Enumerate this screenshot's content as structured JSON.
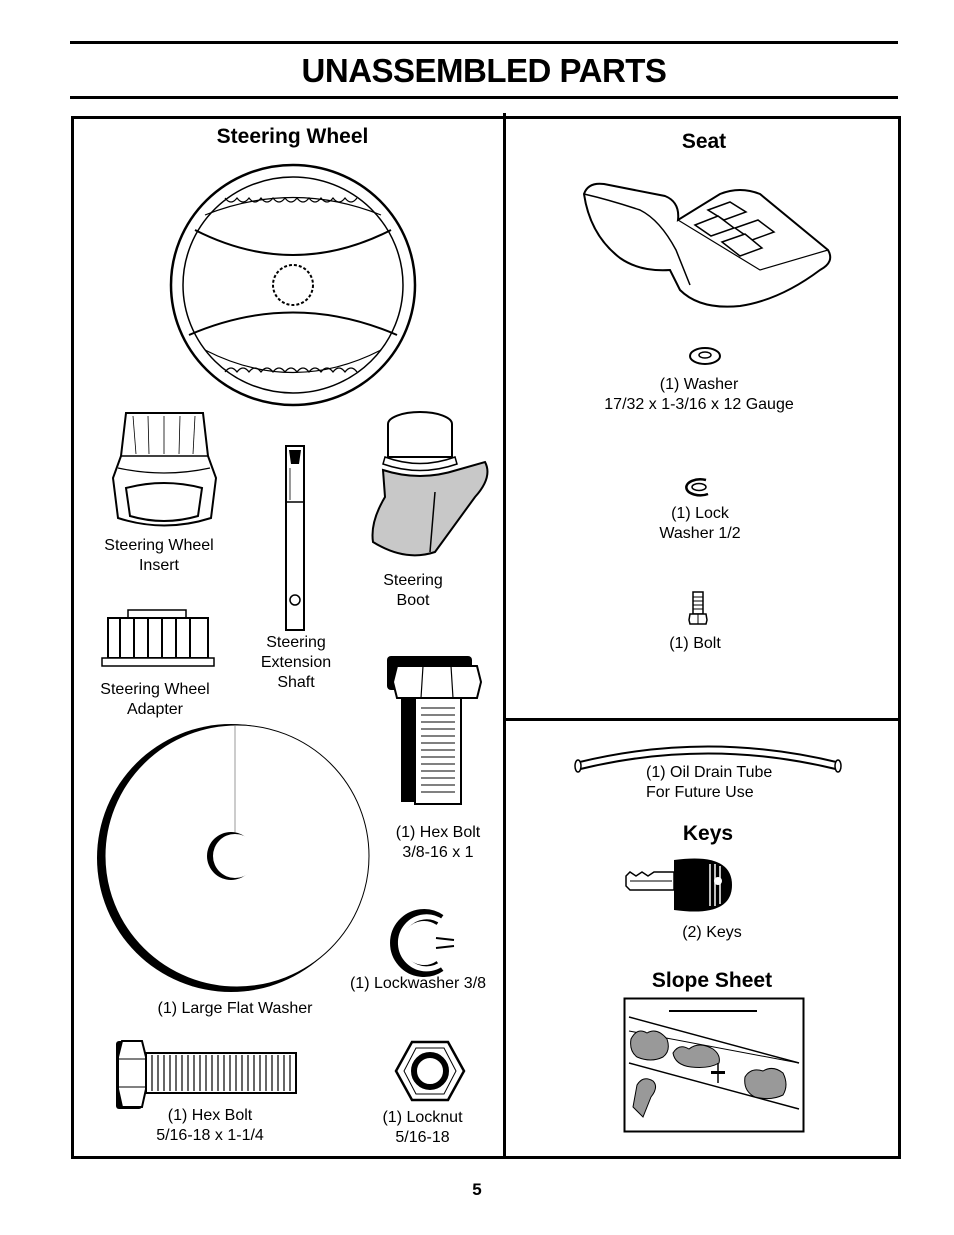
{
  "page": {
    "title": "UNASSEMBLED PARTS",
    "page_number": "5"
  },
  "sections": {
    "steering_wheel": "Steering Wheel",
    "seat": "Seat",
    "keys": "Keys",
    "slope_sheet": "Slope Sheet"
  },
  "parts": {
    "steering_wheel_insert": [
      "Steering Wheel",
      "Insert"
    ],
    "steering_extension_shaft": [
      "Steering",
      "Extension",
      "Shaft"
    ],
    "steering_boot": [
      "Steering",
      "Boot"
    ],
    "steering_wheel_adapter": [
      "Steering Wheel",
      "Adapter"
    ],
    "hex_bolt_38": [
      "(1) Hex Bolt",
      "3/8-16 x 1"
    ],
    "lockwasher_38": "(1) Lockwasher  3/8",
    "large_flat_washer": "(1) Large Flat Washer",
    "hex_bolt_516": [
      "(1) Hex Bolt",
      "5/16-18 x 1-1/4"
    ],
    "locknut_516": [
      "(1) Locknut",
      "5/16-18"
    ],
    "washer": [
      "(1) Washer",
      "17/32 x 1-3/16 x 12 Gauge"
    ],
    "lock_washer_12": [
      "(1) Lock",
      "Washer 1/2"
    ],
    "bolt": "(1) Bolt",
    "oil_drain_tube": [
      "(1) Oil Drain Tube",
      "For Future Use"
    ],
    "keys": "(2) Keys"
  }
}
